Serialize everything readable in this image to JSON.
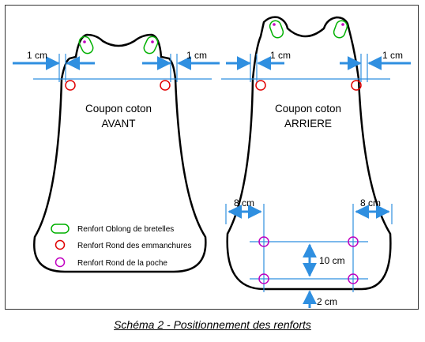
{
  "front": {
    "title_line1": "Coupon coton",
    "title_line2": "AVANT"
  },
  "back": {
    "title_line1": "Coupon coton",
    "title_line2": "ARRIERE"
  },
  "measures": {
    "front_left": "1 cm",
    "front_right": "1 cm",
    "back_left": "1 cm",
    "back_right": "1 cm",
    "pocket_left": "8 cm",
    "pocket_right": "8 cm",
    "pocket_height": "10 cm",
    "pocket_bottom": "2 cm"
  },
  "legend": [
    {
      "label": "Renfort Oblong de bretelles",
      "color": "#00b000",
      "shape": "oblong"
    },
    {
      "label": "Renfort Rond des emmanchures",
      "color": "#e00000",
      "shape": "circle"
    },
    {
      "label": "Renfort Rond de la poche",
      "color": "#c000c0",
      "shape": "circle"
    }
  ],
  "colors": {
    "outline": "#000000",
    "guide": "#2f8fe0",
    "strap": "#00b000",
    "armhole": "#e00000",
    "pocket": "#c000c0"
  },
  "caption": "Schéma 2 - Positionnement des renforts"
}
